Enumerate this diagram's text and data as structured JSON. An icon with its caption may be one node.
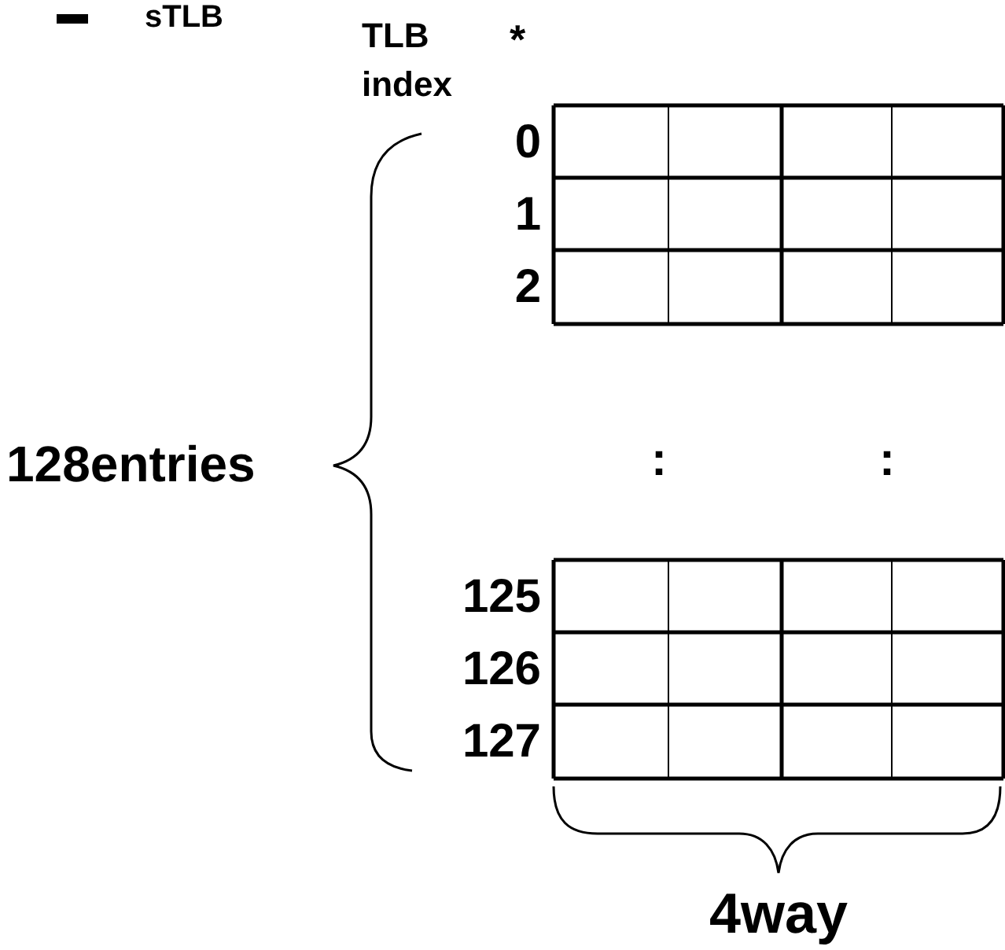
{
  "diagram": {
    "title": "sTLB",
    "labels": [
      "TLB index",
      "*",
      "0",
      "1",
      "2",
      ":",
      ":",
      "125",
      "126",
      "127",
      "128entries",
      "4way"
    ]
  }
}
